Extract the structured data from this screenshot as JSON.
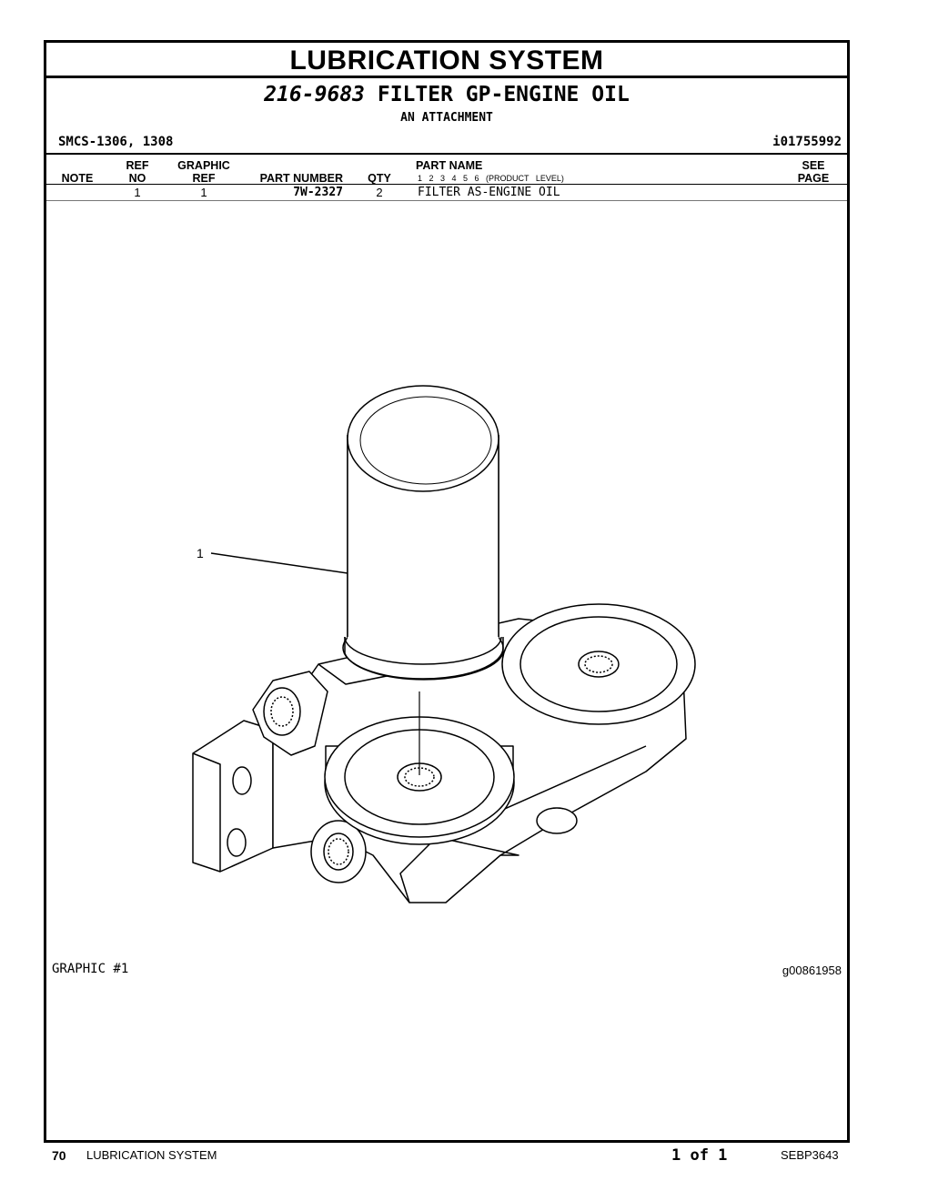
{
  "section_title": "LUBRICATION SYSTEM",
  "group": {
    "part_number": "216-9683",
    "name": "FILTER GP-ENGINE OIL",
    "attachment": "AN ATTACHMENT"
  },
  "smcs": "SMCS-1306, 1308",
  "doc_id": "i01755992",
  "table": {
    "headers": {
      "note": "NOTE",
      "ref_top": "REF",
      "ref_bottom": "NO",
      "graphic_top": "GRAPHIC",
      "graphic_bottom": "REF",
      "part_number": "PART NUMBER",
      "qty": "QTY",
      "part_name": "PART NAME",
      "levels": "1 2 3 4 5 6 (PRODUCT LEVEL)",
      "see_top": "SEE",
      "see_bottom": "PAGE"
    },
    "rows": [
      {
        "ref_no": "1",
        "graphic_ref": "1",
        "part_number": "7W-2327",
        "qty": "2",
        "part_name": "FILTER AS-ENGINE OIL"
      }
    ]
  },
  "graphic": {
    "callout": "1",
    "label": "GRAPHIC #1",
    "id": "g00861958"
  },
  "footer": {
    "page_number": "70",
    "section": "LUBRICATION SYSTEM",
    "page_of": "1 of 1",
    "doc": "SEBP3643"
  }
}
